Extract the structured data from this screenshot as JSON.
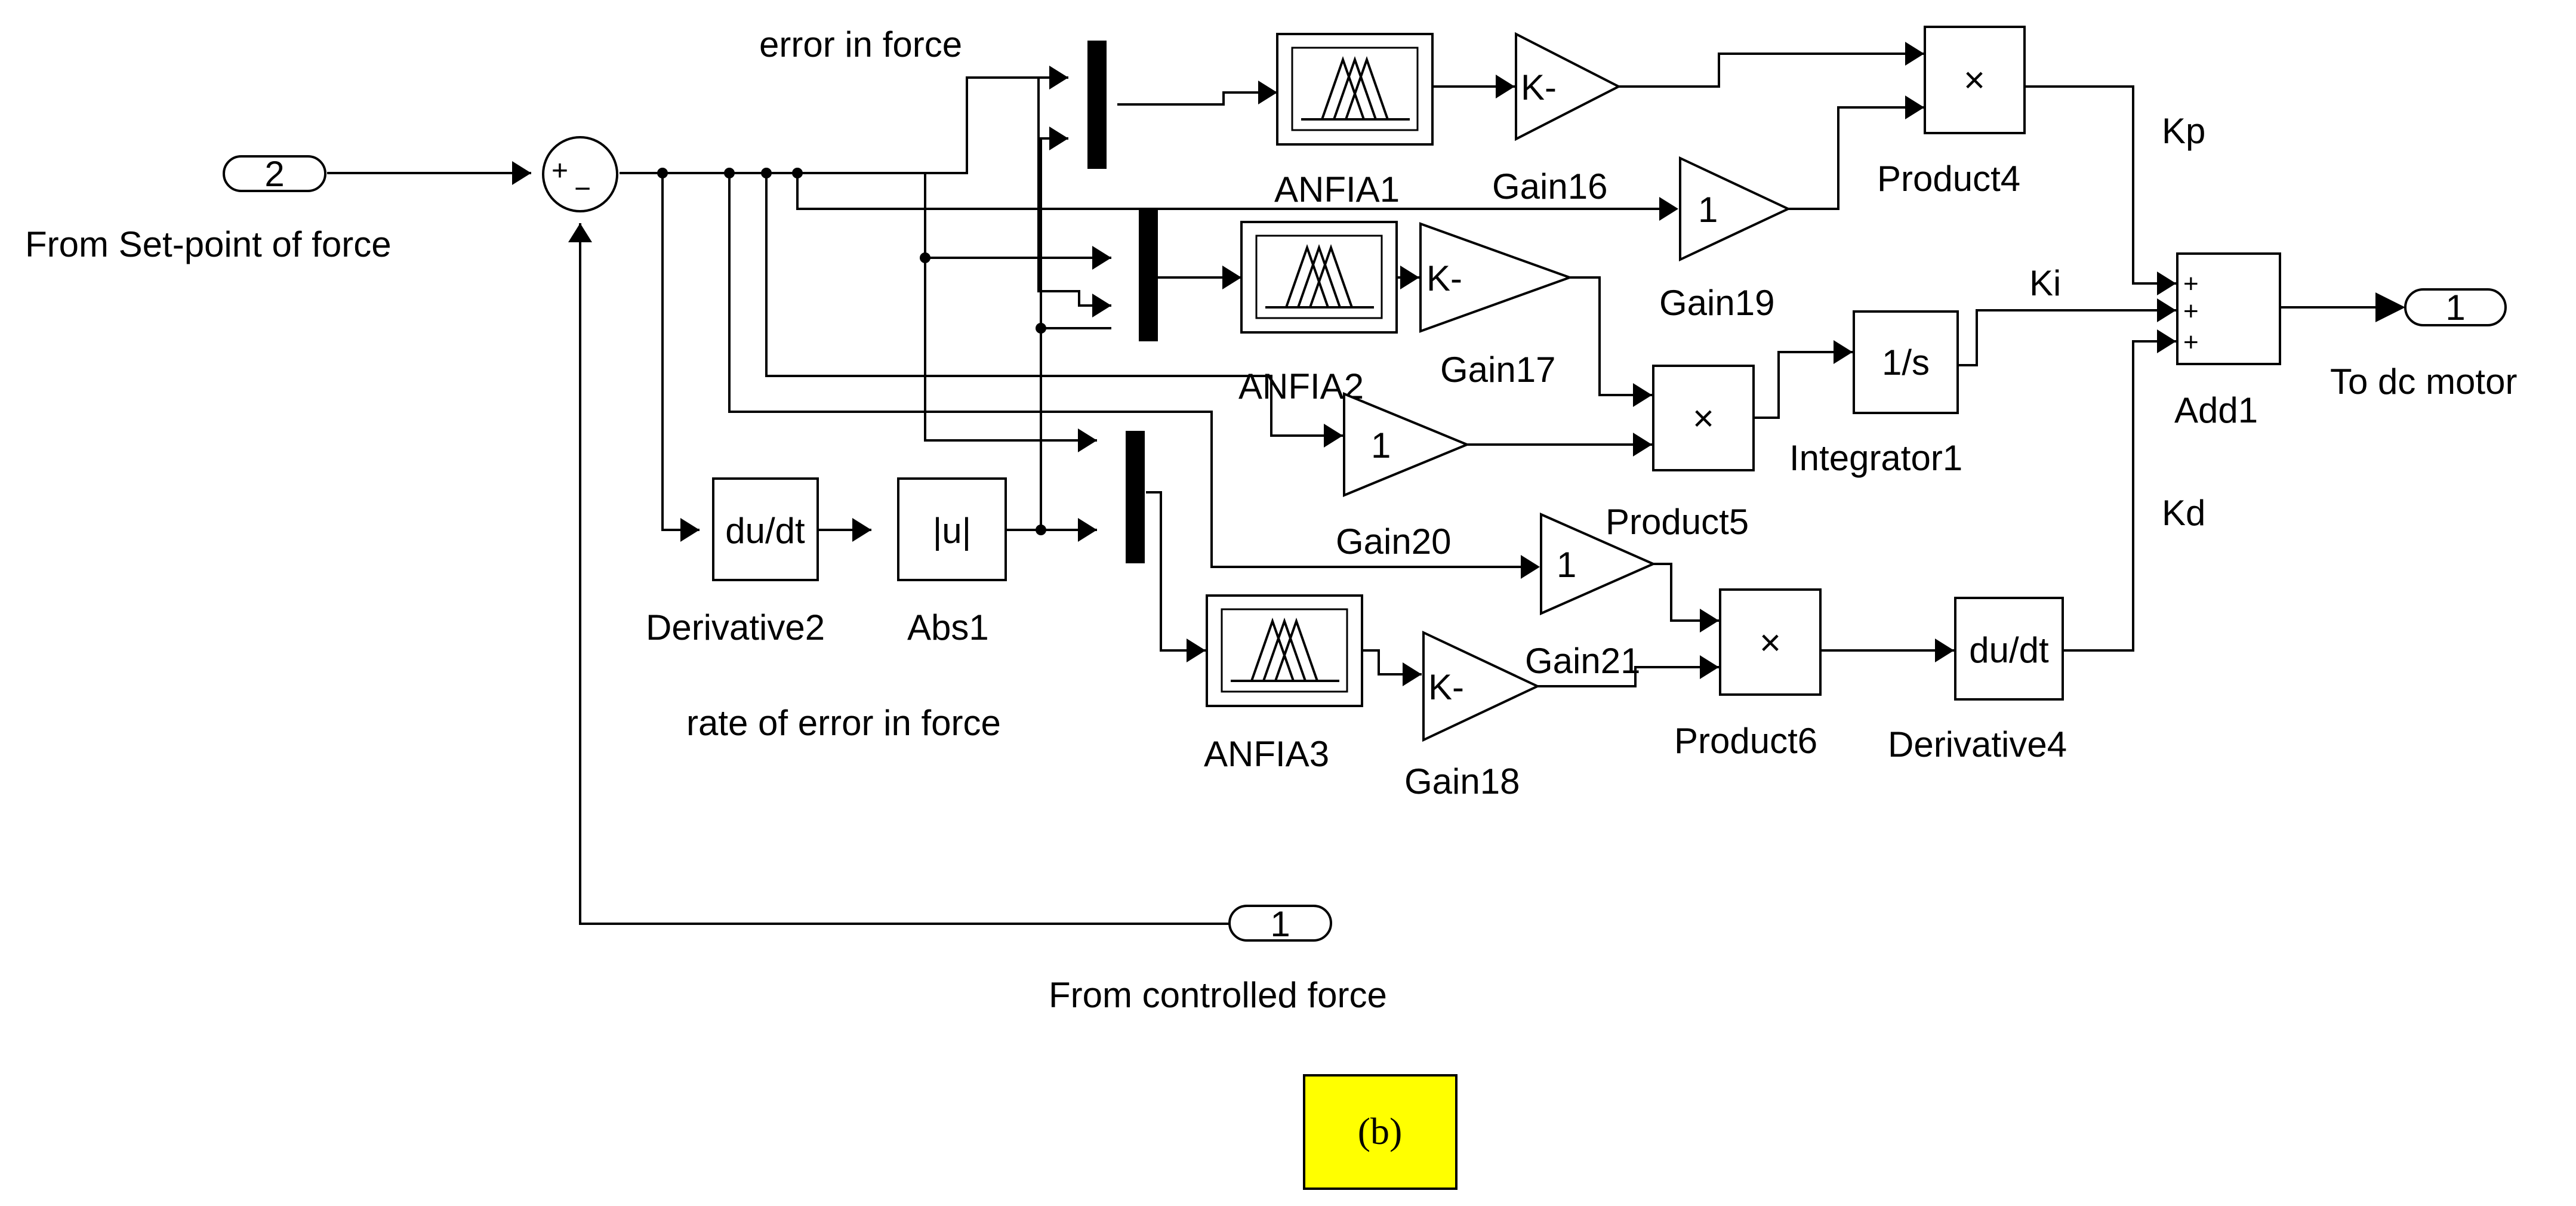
{
  "inports": {
    "setpoint": {
      "number": "2",
      "label": "From Set-point of force"
    },
    "controlled": {
      "number": "1",
      "label": "From controlled force"
    }
  },
  "outport": {
    "number": "1",
    "label": "To dc motor"
  },
  "sum": {
    "plus_sign": "+",
    "minus_sign": "−"
  },
  "signal_labels": {
    "error": "error in force",
    "rate_error": "rate of error in force",
    "kp": "Kp",
    "ki": "Ki",
    "kd": "Kd"
  },
  "blocks": {
    "derivative2": {
      "label": "Derivative2",
      "text": "du/dt"
    },
    "abs1": {
      "label": "Abs1",
      "text": "|u|"
    },
    "anfia1": {
      "label": "ANFIA1"
    },
    "anfia2": {
      "label": "ANFIA2"
    },
    "anfia3": {
      "label": "ANFIA3"
    },
    "gain16": {
      "label": "Gain16",
      "text": "K-"
    },
    "gain17": {
      "label": "Gain17",
      "text": "K-"
    },
    "gain18": {
      "label": "Gain18",
      "text": "K-"
    },
    "gain19": {
      "label": "Gain19",
      "text": "1"
    },
    "gain20": {
      "label": "Gain20",
      "text": "1"
    },
    "gain21": {
      "label": "Gain21",
      "text": "1"
    },
    "product4": {
      "label": "Product4",
      "text": "×"
    },
    "product5": {
      "label": "Product5",
      "text": "×"
    },
    "product6": {
      "label": "Product6",
      "text": "×"
    },
    "integrator1": {
      "label": "Integrator1",
      "text": "1/s"
    },
    "derivative4": {
      "label": "Derivative4",
      "text": "du/dt"
    },
    "add1": {
      "label": "Add1",
      "signs": [
        "+",
        "+",
        "+"
      ]
    }
  },
  "figure_tag": {
    "text": "(b)",
    "background": "#ffff00"
  },
  "colors": {
    "line": "#000000",
    "tag_fill": "#ffff00"
  }
}
